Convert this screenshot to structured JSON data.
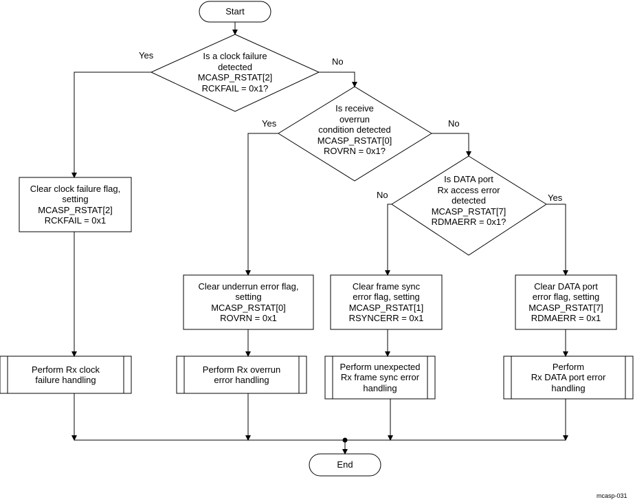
{
  "start": "Start",
  "end": "End",
  "decisions": {
    "clock_failure": [
      "Is a clock failure",
      "detected",
      "MCASP_RSTAT[2]",
      "RCKFAIL = 0x1?"
    ],
    "overrun": [
      "Is receive",
      "overrun",
      "condition detected",
      "MCASP_RSTAT[0]",
      "ROVRN = 0x1?"
    ],
    "data_port": [
      "Is DATA port",
      "Rx access  error",
      "detected",
      "MCASP_RSTAT[7]",
      "RDMAERR = 0x1?"
    ]
  },
  "labels": {
    "clock_yes": "Yes",
    "clock_no": "No",
    "overrun_yes": "Yes",
    "overrun_no": "No",
    "data_no": "No",
    "data_yes": "Yes"
  },
  "actions": {
    "clear_clock": "Clear clock failure flag,\nsetting\nMCASP_RSTAT[2]\nRCKFAIL = 0x1",
    "clear_underrun": "Clear underrun error flag,\nsetting\nMCASP_RSTAT[0]\nROVRN = 0x1",
    "clear_frame_sync": "Clear frame sync\nerror flag, setting\nMCASP_RSTAT[1]\nRSYNCERR = 0x1",
    "clear_data_port": "Clear DATA port\nerror flag, setting\nMCASP_RSTAT[7]\nRDMAERR = 0x1"
  },
  "handlers": {
    "clock": "Perform Rx clock\nfailure handling",
    "overrun": "Perform Rx overrun\nerror handling",
    "frame_sync": "Perform unexpected\nRx frame sync error\nhandling",
    "data_port": "Perform\nRx DATA port error\nhandling"
  },
  "figure_id": "mcasp-031"
}
